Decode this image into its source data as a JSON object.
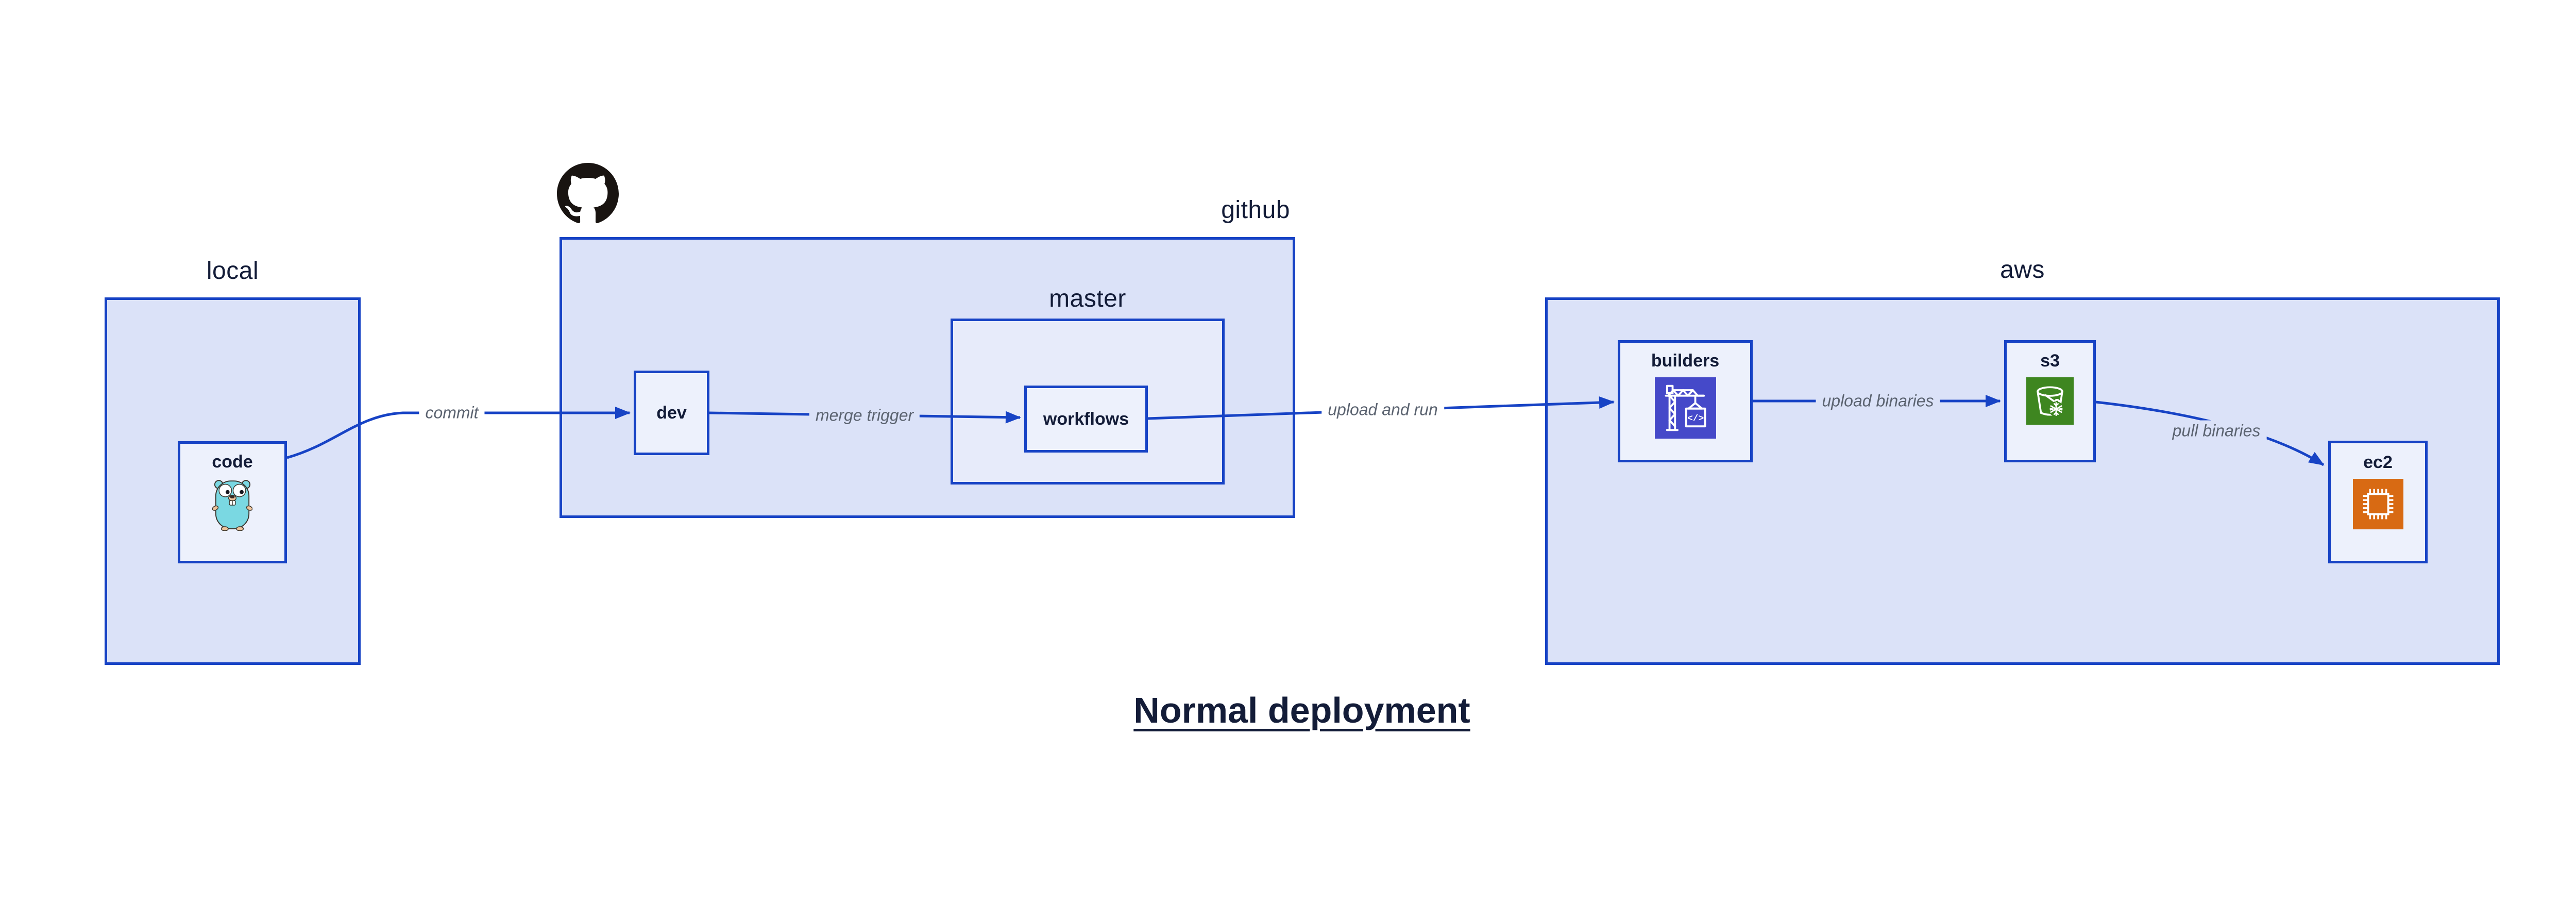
{
  "diagram_title": "Normal deployment",
  "groups": {
    "local": {
      "label": "local"
    },
    "github": {
      "label": "github"
    },
    "master": {
      "label": "master"
    },
    "aws": {
      "label": "aws"
    }
  },
  "nodes": {
    "code": {
      "label": "code",
      "icon": "go-gopher"
    },
    "dev": {
      "label": "dev"
    },
    "workflows": {
      "label": "workflows"
    },
    "builders": {
      "label": "builders",
      "icon": "aws-codebuild-crane",
      "icon_glyph": "</>"
    },
    "s3": {
      "label": "s3",
      "icon": "aws-s3-glacier-bucket"
    },
    "ec2": {
      "label": "ec2",
      "icon": "aws-ec2-chip"
    }
  },
  "edges": [
    {
      "from": "code",
      "to": "dev",
      "label": "commit"
    },
    {
      "from": "dev",
      "to": "workflows",
      "label": "merge trigger"
    },
    {
      "from": "workflows",
      "to": "builders",
      "label": "upload and run"
    },
    {
      "from": "builders",
      "to": "s3",
      "label": "upload binaries"
    },
    {
      "from": "s3",
      "to": "ec2",
      "label": "pull binaries"
    }
  ],
  "colors": {
    "box_border": "#1743c5",
    "edge_line": "#1743c5",
    "group_fill": "#dbe2f8",
    "master_fill": "#e7ebfa",
    "node_fill": "#edf1fc",
    "label_text": "#131c38",
    "edge_label_text": "#5b6370",
    "codebuild_icon_bg": "#4549c9",
    "s3_icon_bg": "#3e8620",
    "ec2_icon_bg": "#d86a13",
    "octocat": "#191411",
    "gopher_body": "#7ad8e2"
  }
}
